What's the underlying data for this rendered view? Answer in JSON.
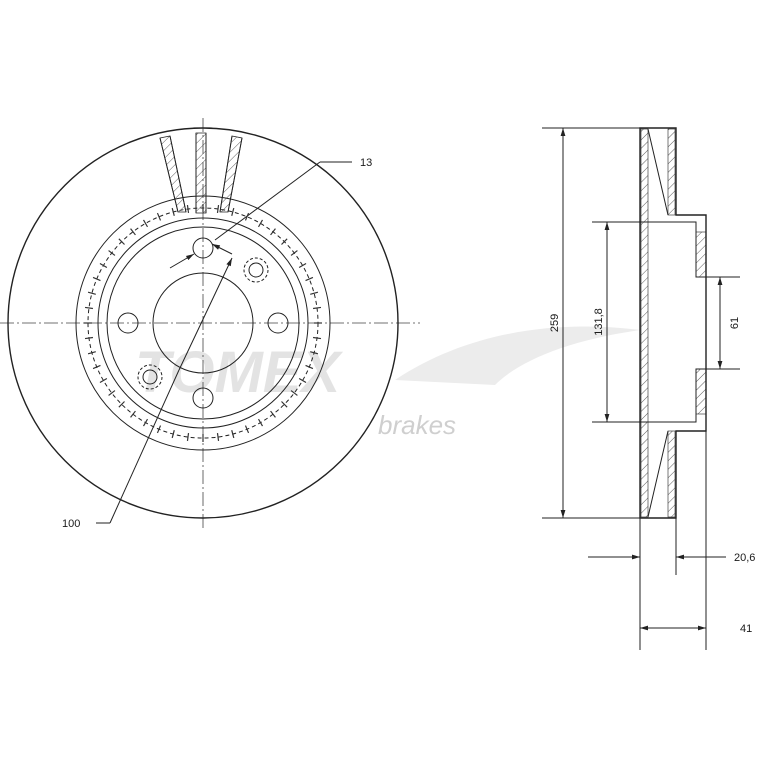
{
  "watermark": {
    "brand": "TOMEX",
    "sub": "brakes"
  },
  "front_view": {
    "labels": {
      "bolt_hole": "13",
      "pcd": "100"
    }
  },
  "side_view": {
    "labels": {
      "diameter": "259",
      "hub_diameter": "131,8",
      "center_bore_height": "61",
      "thickness": "20,6",
      "overall_height": "41"
    }
  }
}
